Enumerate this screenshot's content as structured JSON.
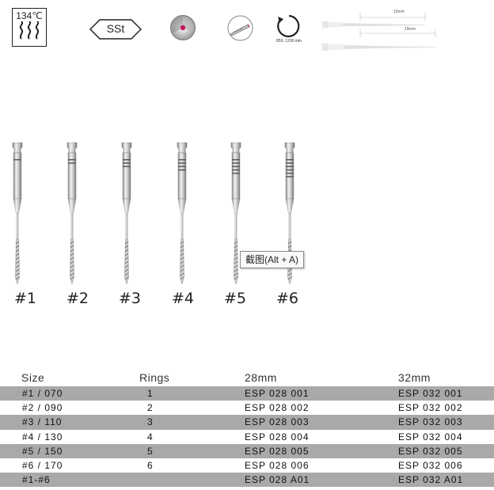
{
  "icons": {
    "temperature": "134℃",
    "material": "SSt",
    "rotation_caption": "850, 1200 min",
    "length_short": "15mm",
    "length_long": "19mm"
  },
  "files": [
    {
      "label": "#1",
      "rings": 1
    },
    {
      "label": "#2",
      "rings": 2
    },
    {
      "label": "#3",
      "rings": 3
    },
    {
      "label": "#4",
      "rings": 4
    },
    {
      "label": "#5",
      "rings": 5
    },
    {
      "label": "#6",
      "rings": 6
    }
  ],
  "tooltip": "截图(Alt + A)",
  "table": {
    "headers": [
      "Size",
      "Rings",
      "28mm",
      "32mm"
    ],
    "rows": [
      {
        "size": "#1 / 070",
        "rings": "1",
        "mm28": "ESP 028 001",
        "mm32": "ESP 032 001"
      },
      {
        "size": "#2 / 090",
        "rings": "2",
        "mm28": "ESP 028 002",
        "mm32": "ESP 032 002"
      },
      {
        "size": "#3 / 110",
        "rings": "3",
        "mm28": "ESP 028 003",
        "mm32": "ESP 032 003"
      },
      {
        "size": "#4 / 130",
        "rings": "4",
        "mm28": "ESP 028 004",
        "mm32": "ESP 032 004"
      },
      {
        "size": "#5 / 150",
        "rings": "5",
        "mm28": "ESP 028 005",
        "mm32": "ESP 032 005"
      },
      {
        "size": "#6 / 170",
        "rings": "6",
        "mm28": "ESP 028 006",
        "mm32": "ESP 032 006"
      },
      {
        "size": "#1-#6",
        "rings": "",
        "mm28": "ESP 028 A01",
        "mm32": "ESP 032 A01"
      }
    ]
  }
}
